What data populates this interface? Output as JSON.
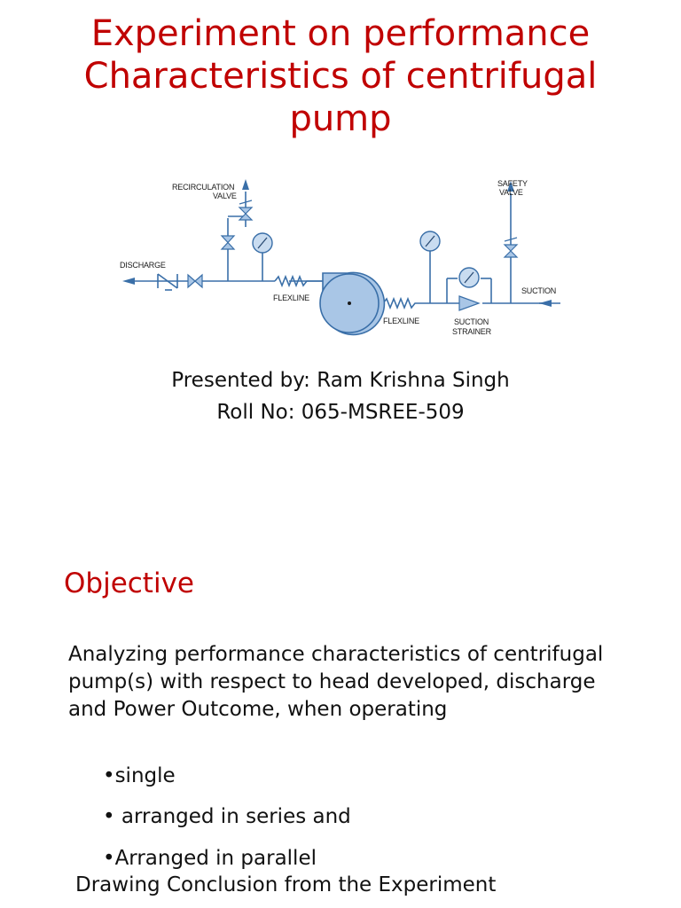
{
  "slide": {
    "title_lines": [
      "Experiment on performance",
      "Characteristics of centrifugal",
      "pump"
    ],
    "presenter": "Presented by: Ram Krishna Singh",
    "roll": "Roll No: 065-MSREE-509",
    "objective_heading": "Objective",
    "objective_text": "Analyzing performance characteristics of centrifugal pump(s) with respect to head developed, discharge and Power Outcome, when operating",
    "bullets": [
      "•single",
      "• arranged in series and",
      "•Arranged in parallel"
    ],
    "conclusion": "Drawing Conclusion from the Experiment"
  },
  "diagram": {
    "labels": {
      "recirc_1": "RECIRCULATION",
      "recirc_2": "VALVE",
      "safety_1": "SAFETY",
      "safety_2": "VALVE",
      "discharge": "DISCHARGE",
      "flexline_left": "FLEXLINE",
      "flexline_right": "FLEXLINE",
      "suction": "SUCTION",
      "strainer_1": "SUCTION",
      "strainer_2": "STRAINER"
    },
    "colors": {
      "pipe": "#3a6fa8",
      "fill": "#a9c6e6",
      "title_red": "#c00000"
    }
  }
}
